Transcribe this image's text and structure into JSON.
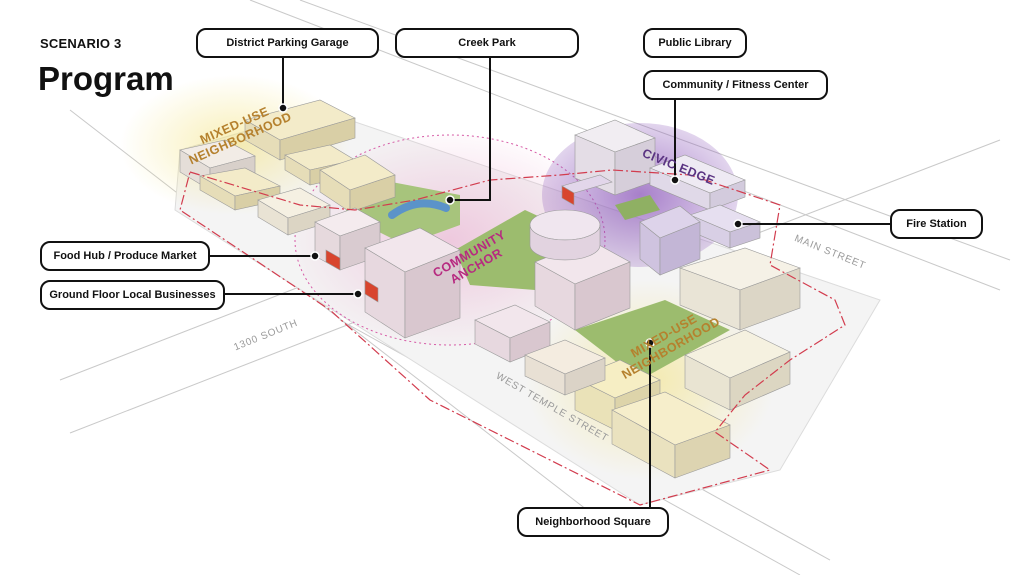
{
  "header": {
    "scenario": "SCENARIO 3",
    "title": "Program"
  },
  "callouts": {
    "district_parking_garage": "District Parking Garage",
    "creek_park": "Creek Park",
    "public_library": "Public Library",
    "community_fitness_center": "Community / Fitness Center",
    "fire_station": "Fire Station",
    "food_hub": "Food Hub / Produce Market",
    "ground_floor_businesses": "Ground Floor Local Businesses",
    "neighborhood_square": "Neighborhood Square"
  },
  "zones": {
    "mixed_use_nw_line1": "MIXED-USE",
    "mixed_use_nw_line2": "NEIGHBORHOOD",
    "community_anchor_line1": "COMMUNITY",
    "community_anchor_line2": "ANCHOR",
    "civic_edge": "CIVIC EDGE",
    "mixed_use_se_line1": "MIXED-USE",
    "mixed_use_se_line2": "NEIGHBORHOOD"
  },
  "streets": {
    "main_street": "MAIN STREET",
    "south_1300": "1300 SOUTH",
    "west_temple": "WEST TEMPLE STREET"
  },
  "colors": {
    "mixed_use": "#d8a24a",
    "community_anchor": "#c8308a",
    "civic_edge": "#6a3d8f",
    "boundary": "#d23c4e",
    "park_green": "#94b86a",
    "creek_blue": "#5b93c9",
    "active_ground_floor": "#d8452e"
  }
}
